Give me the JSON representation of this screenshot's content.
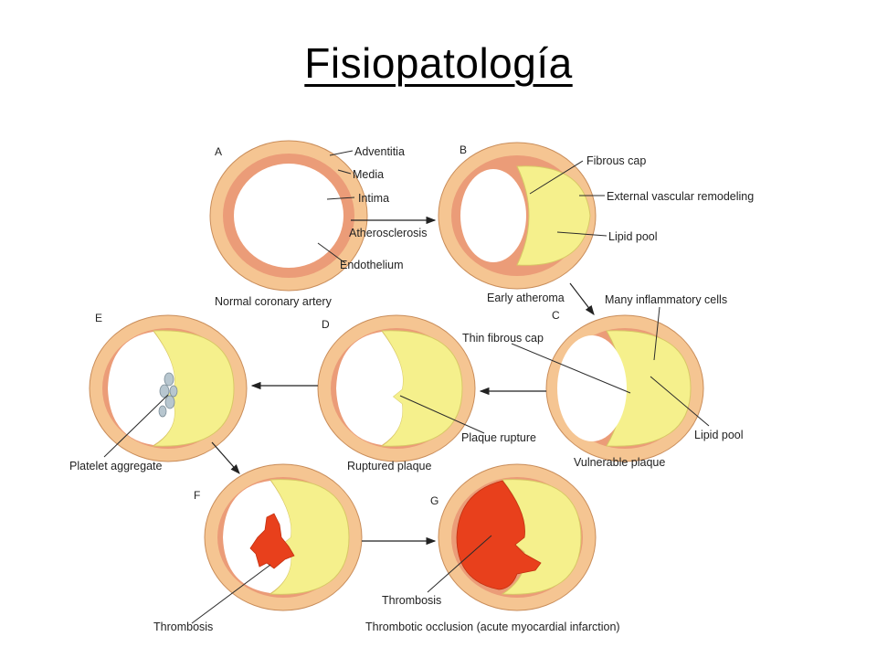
{
  "title": "Fisiopatología",
  "colors": {
    "adventitia": "#f5c592",
    "media": "#eb9c78",
    "lumen": "#ffffff",
    "lipid": "#f5f08c",
    "lipid_edge": "#d8c866",
    "thrombus": "#e8401c",
    "platelet": "#b7c6cf"
  },
  "stages": [
    {
      "letter": "A",
      "caption": "Normal coronary artery"
    },
    {
      "letter": "B",
      "caption": "Early atheroma"
    },
    {
      "letter": "C",
      "caption": "Vulnerable plaque"
    },
    {
      "letter": "D",
      "caption": "Ruptured plaque"
    },
    {
      "letter": "E",
      "caption": "Platelet aggregate"
    },
    {
      "letter": "F",
      "caption": "Thrombosis"
    },
    {
      "letter": "G",
      "caption": "Thrombotic occlusion (acute myocardial infarction)"
    }
  ],
  "labels": {
    "adventitia": "Adventitia",
    "media": "Media",
    "intima": "Intima",
    "endothelium": "Endothelium",
    "atherosclerosis": "Atherosclerosis",
    "fibrous_cap": "Fibrous cap",
    "external_remodeling": "External vascular remodeling",
    "lipid_pool_b": "Lipid pool",
    "many_inflammatory": "Many inflammatory cells",
    "thin_fibrous_cap": "Thin fibrous cap",
    "lipid_pool_c": "Lipid pool",
    "plaque_rupture": "Plaque rupture",
    "thrombosis_g": "Thrombosis"
  }
}
